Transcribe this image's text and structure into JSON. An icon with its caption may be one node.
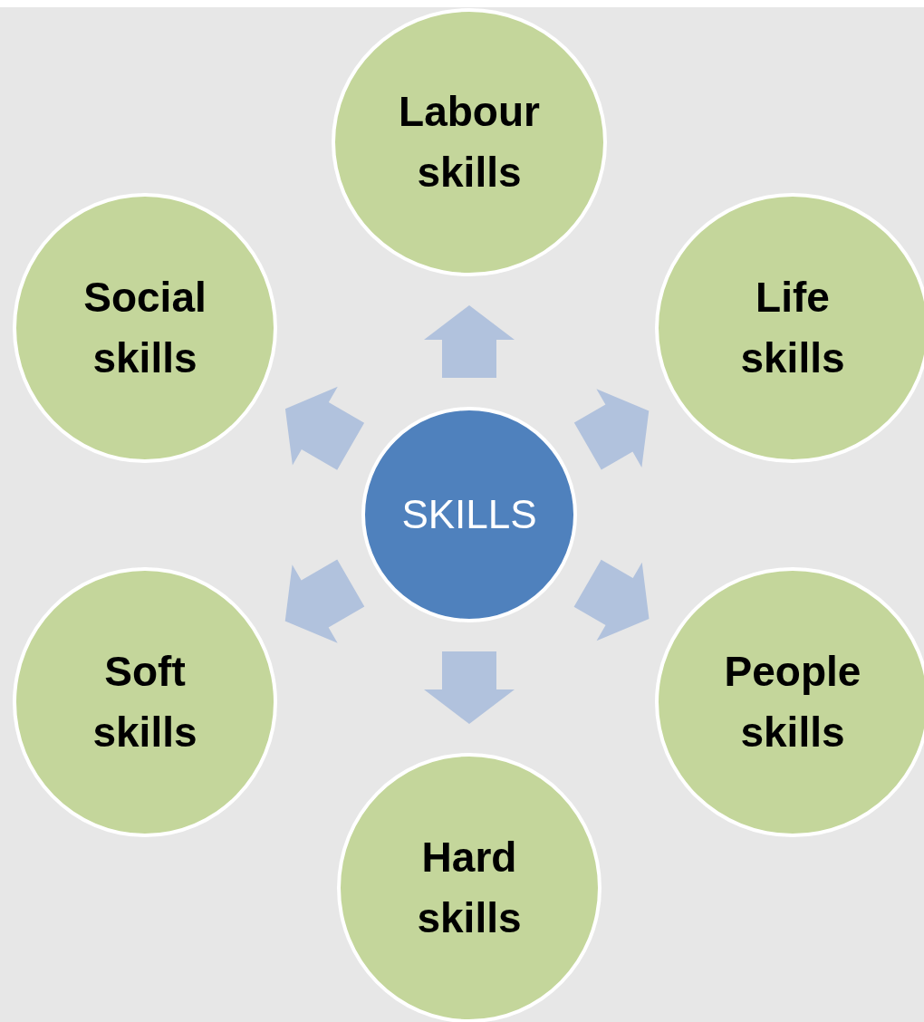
{
  "diagram": {
    "nodes": [
      {
        "text": [
          "SKILLS"
        ]
      },
      {
        "text": [
          "Labour skills"
        ]
      },
      {
        "text": [
          "Social skills"
        ]
      },
      {
        "text": [
          "Life skills"
        ]
      },
      {
        "text": [
          "Soft skills"
        ]
      },
      {
        "text": [
          "People skills"
        ]
      },
      {
        "text": [
          "Hard skills"
        ]
      }
    ],
    "edges": [
      {
        "from": 0,
        "to": 1,
        "arrow": "to",
        "style": "thick"
      },
      {
        "from": 0,
        "to": 2,
        "arrow": "to",
        "style": "thick"
      },
      {
        "from": 0,
        "to": 3,
        "arrow": "to",
        "style": "thick"
      },
      {
        "from": 0,
        "to": 4,
        "arrow": "to",
        "style": "thick"
      },
      {
        "from": 0,
        "to": 5,
        "arrow": "to",
        "style": "thick"
      },
      {
        "from": 0,
        "to": 6,
        "arrow": "to",
        "style": "thick"
      }
    ]
  }
}
